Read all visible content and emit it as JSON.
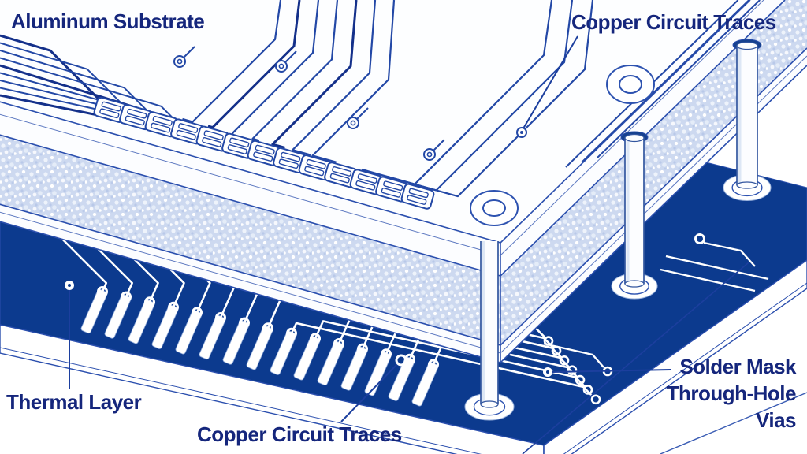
{
  "diagram": {
    "type": "pcb-exploded-view-illustration",
    "labels": {
      "aluminum_substrate": "Aluminum Substrate",
      "copper_traces_top": "Copper Circuit Traces",
      "thermal_layer": "Thermal Layer",
      "copper_traces_bottom": "Copper Circuit Traces",
      "solder_mask": "Solder Mask",
      "through_hole": "Through-Hole",
      "vias": "Vias"
    },
    "colors": {
      "label_text": "#15267c",
      "trace_blue": "#2348a6",
      "trace_blue_dark": "#14308a",
      "outline_blue": "#2b4fae",
      "board_dark": "#0c3a8e",
      "substrate_light": "#cdd9f0",
      "white": "#ffffff",
      "leader": "#1c3f9e"
    }
  }
}
